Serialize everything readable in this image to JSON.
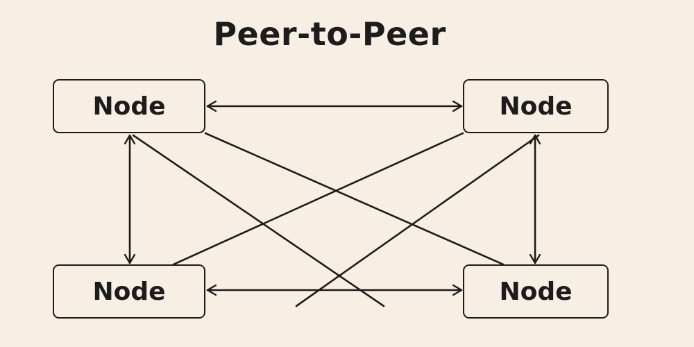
{
  "title": "Peer-to-Peer",
  "nodes": {
    "top_left": "Node",
    "top_right": "Node",
    "bottom_left": "Node",
    "bottom_right": "Node"
  },
  "colors": {
    "background": "#f8efe4",
    "stroke": "#1c1c1c"
  }
}
